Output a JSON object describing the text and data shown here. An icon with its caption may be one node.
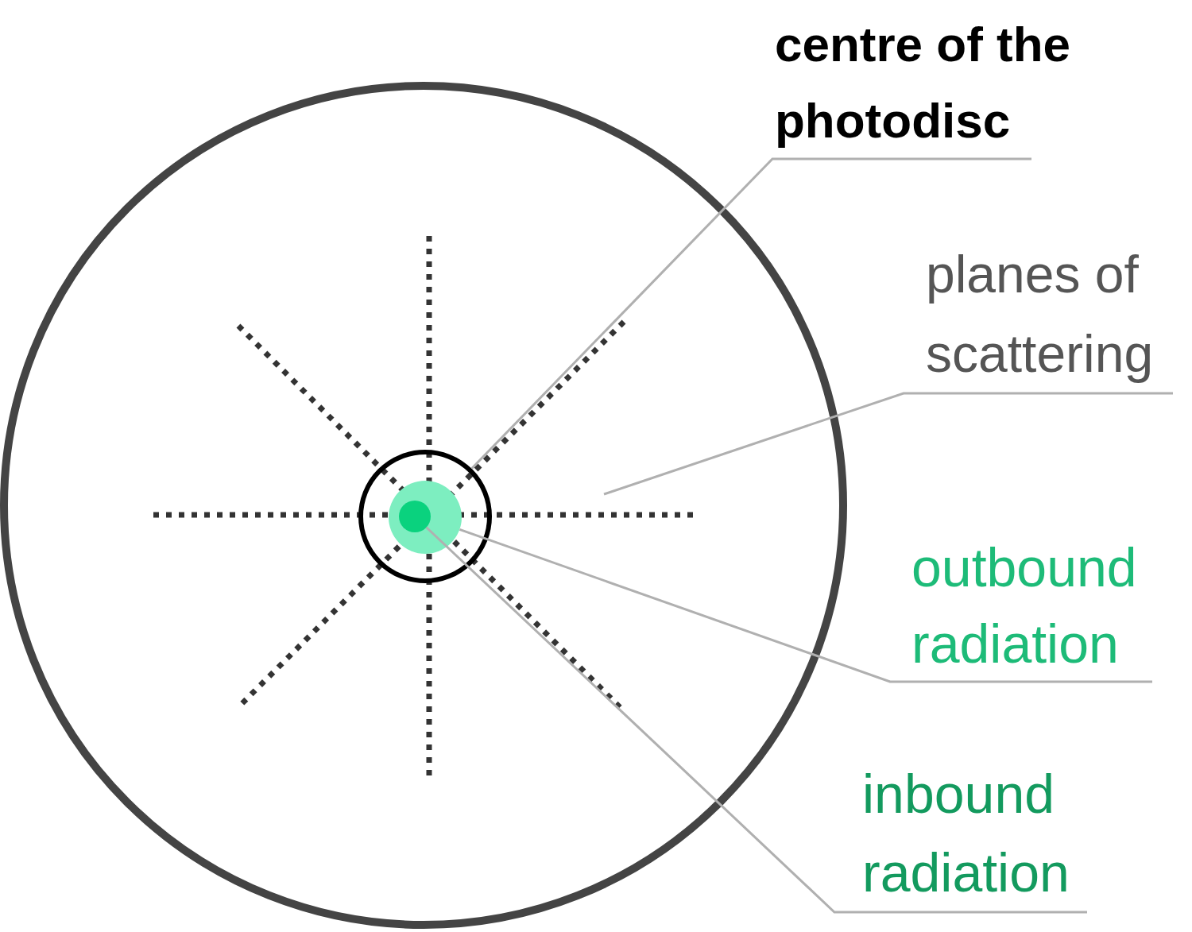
{
  "diagram": {
    "nodes": [
      {
        "text": [
          "centre of the photodisc"
        ]
      },
      {
        "text": [
          "planes of scattering"
        ]
      },
      {
        "text": [
          "outbound radiation"
        ]
      },
      {
        "text": [
          "inbound radiation"
        ]
      },
      {
        "text": [],
        "shape": "circle"
      },
      {
        "text": [],
        "shape": "circle",
        "in": 4
      },
      {
        "text": [],
        "shape": "circle",
        "in": 5
      }
    ],
    "edges": [
      {
        "from": 0,
        "to": 4,
        "arrow": "none"
      },
      {
        "from": 1,
        "to": null,
        "arrow": "none"
      },
      {
        "from": 2,
        "to": 5,
        "arrow": "none"
      },
      {
        "from": 3,
        "to": 6,
        "arrow": "none"
      }
    ]
  }
}
